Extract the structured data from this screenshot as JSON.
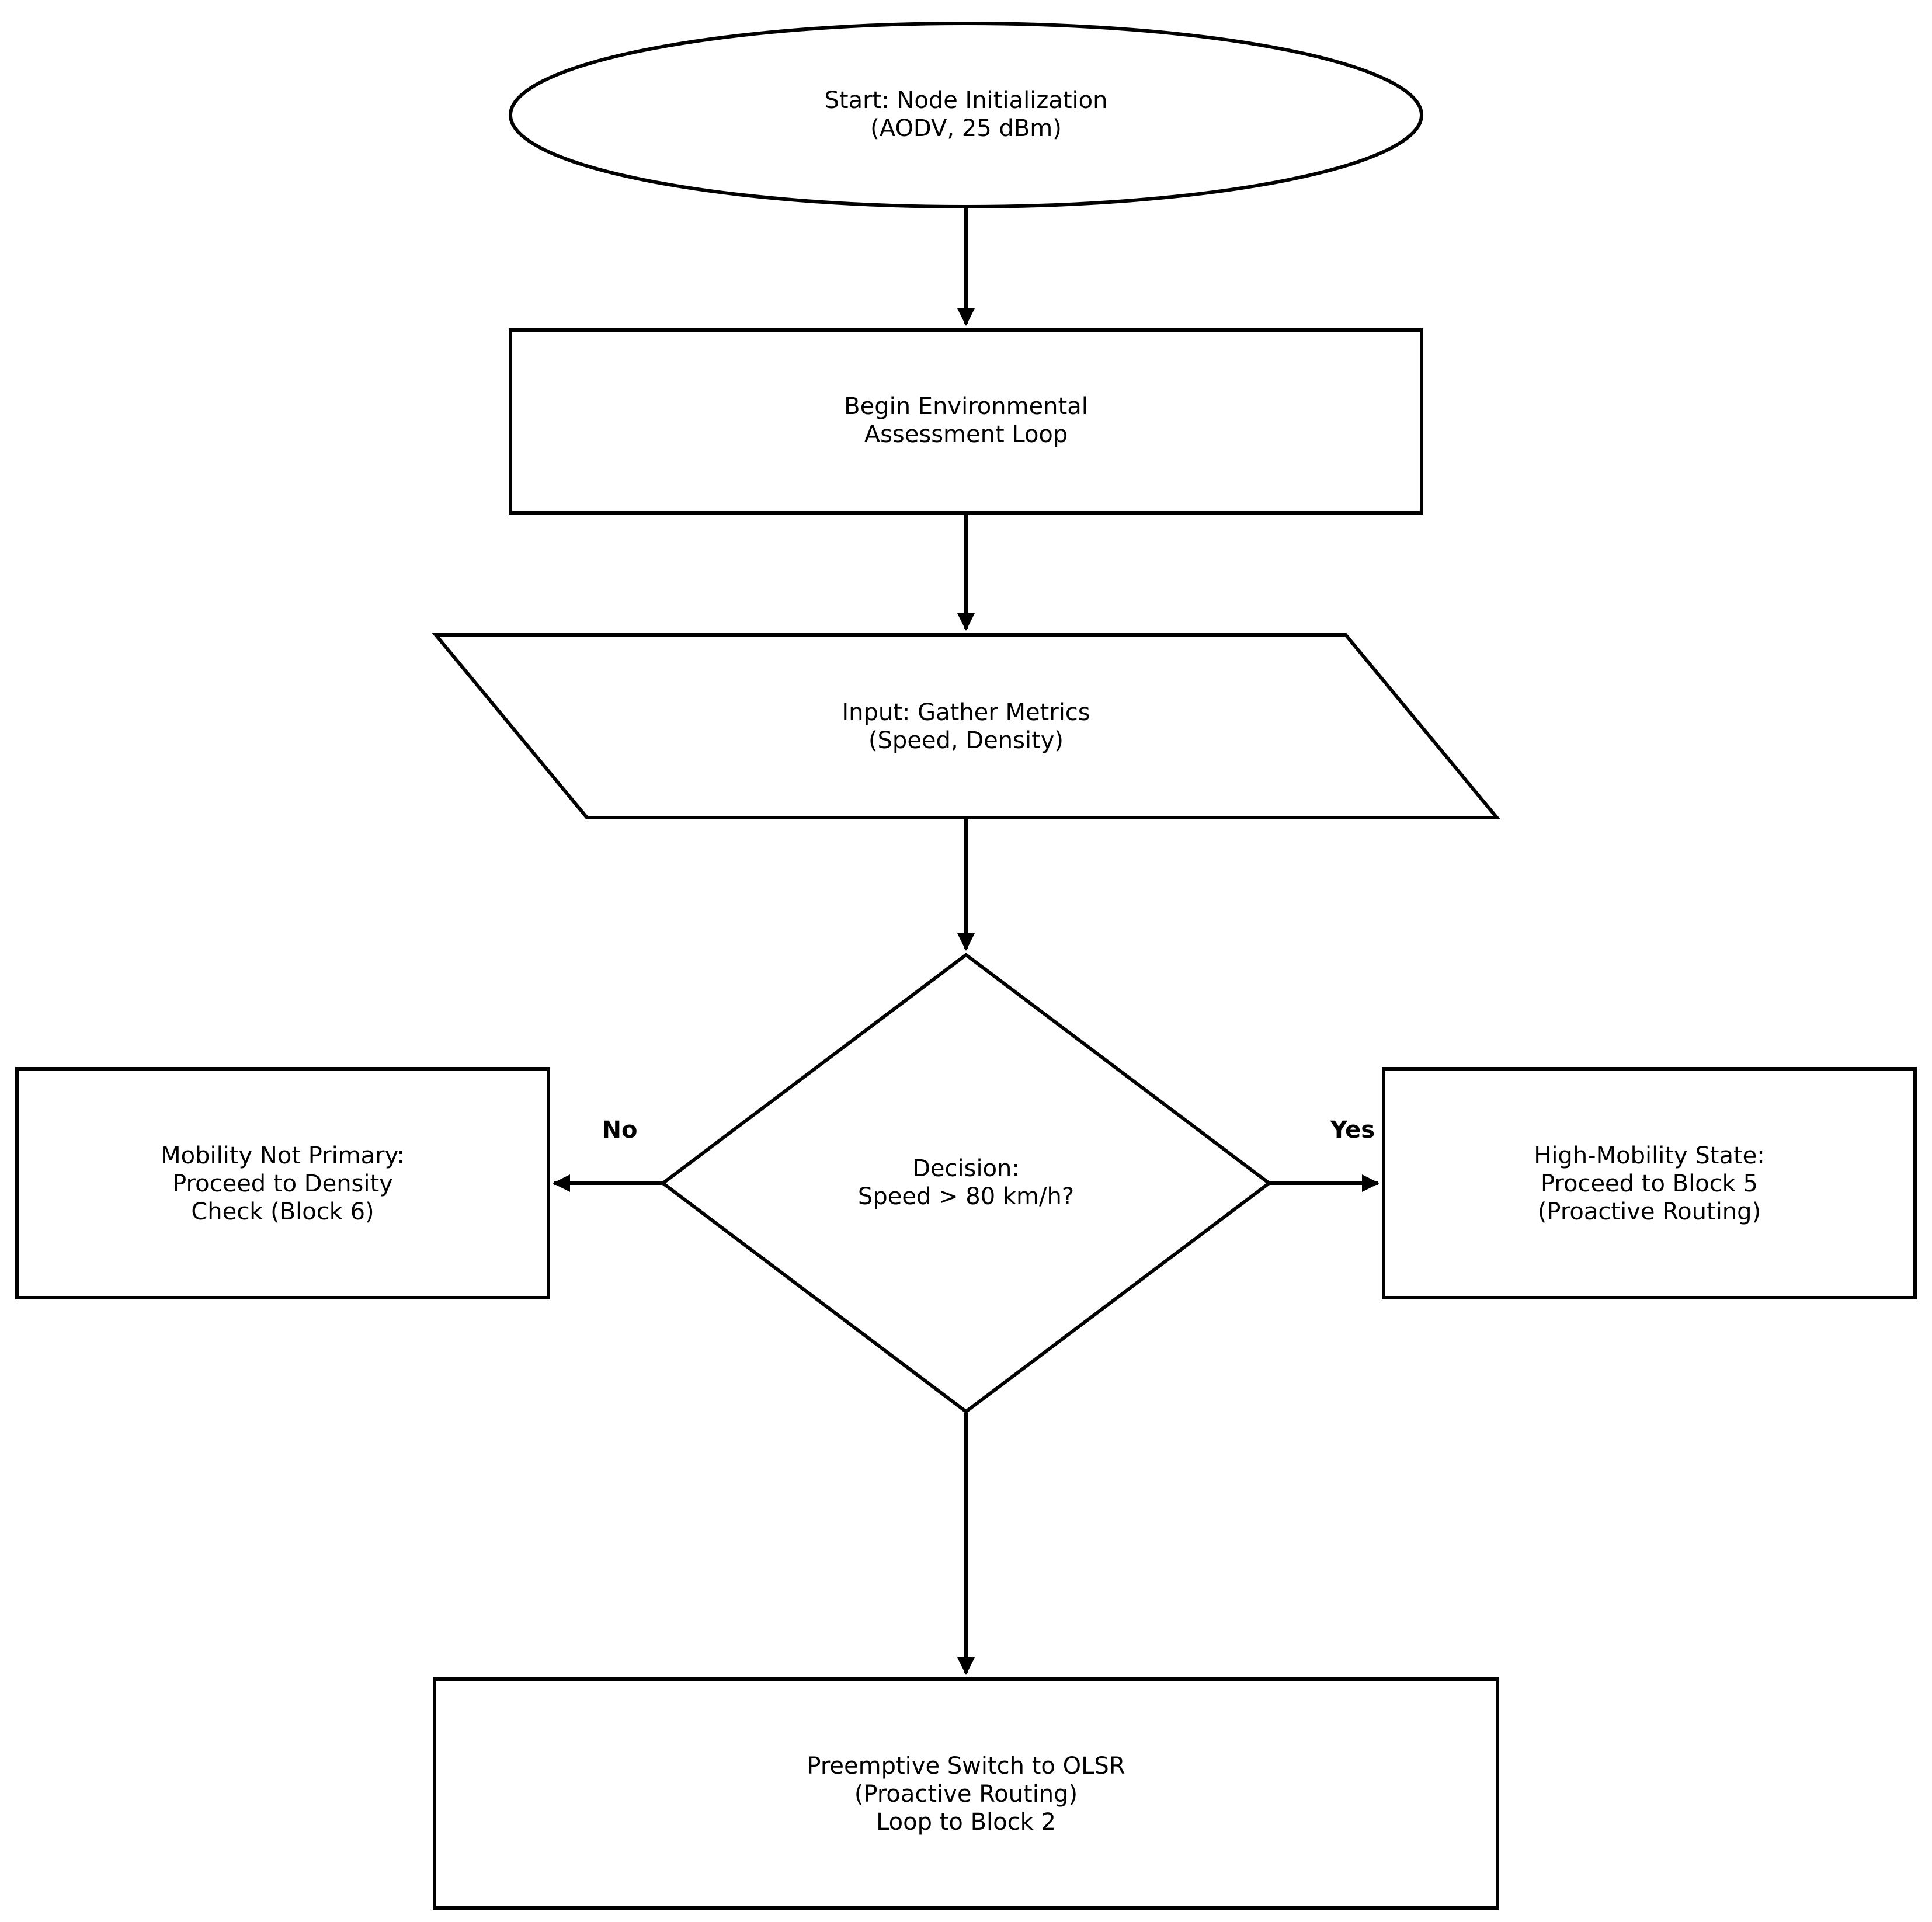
{
  "nodes": {
    "start": {
      "line1": "Start: Node Initialization",
      "line2": "(AODV, 25 dBm)"
    },
    "loop": {
      "line1": "Begin Environmental",
      "line2": "Assessment Loop"
    },
    "input": {
      "line1": "Input: Gather Metrics",
      "line2": "(Speed, Density)"
    },
    "decision": {
      "line1": "Decision:",
      "line2": "Speed > 80 km/h?"
    },
    "no_branch": {
      "line1": "Mobility Not Primary:",
      "line2": "Proceed to Density",
      "line3": "Check (Block 6)"
    },
    "yes_branch": {
      "line1": "High-Mobility State:",
      "line2": "Proceed to Block 5",
      "line3": "(Proactive Routing)"
    },
    "switch": {
      "line1": "Preemptive Switch to OLSR",
      "line2": "(Proactive Routing)",
      "line3": "Loop to Block 2"
    }
  },
  "edges": {
    "no_label": "No",
    "yes_label": "Yes"
  }
}
